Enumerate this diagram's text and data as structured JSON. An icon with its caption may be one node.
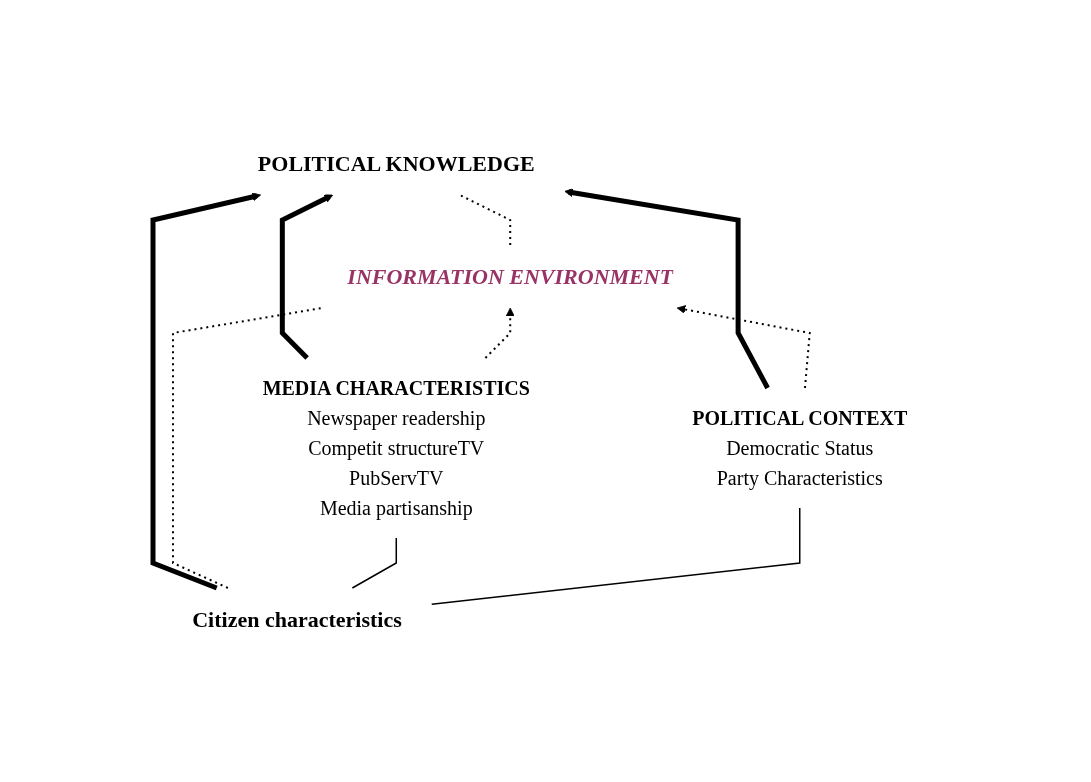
{
  "diagram": {
    "nodes": [
      {
        "text": [
          "POLITICAL KNOWLEDGE"
        ]
      },
      {
        "text": [
          "Citizen characteristics"
        ]
      },
      {
        "text": [
          "INFORMATION ENVIRONMENT"
        ]
      },
      {
        "text": [
          "MEDIA CHARACTERISTICS",
          "Newspaper readership",
          "Competit structureTV",
          "PubServTV",
          "Media partisanship"
        ]
      },
      {
        "text": [
          "POLITICAL CONTEXT",
          "Democratic Status",
          "Party Characteristics"
        ]
      }
    ],
    "edges": [
      {
        "from": 3,
        "to": 0,
        "arrow": "to",
        "style": "thick"
      },
      {
        "from": 3,
        "to": 2,
        "arrow": "to",
        "style": "dashed"
      },
      {
        "from": 4,
        "to": 0,
        "arrow": "to",
        "style": "thick"
      },
      {
        "from": 4,
        "to": 2,
        "arrow": "to",
        "style": "dashed"
      },
      {
        "from": 1,
        "to": 0,
        "arrow": "to",
        "style": "thick"
      },
      {
        "from": 2,
        "to": 0,
        "arrow": "none",
        "style": "dashed"
      },
      {
        "from": 1,
        "to": 2,
        "arrow": "none",
        "style": "dashed"
      },
      {
        "from": 1,
        "to": 3,
        "arrow": "none"
      },
      {
        "from": 1,
        "to": 4,
        "arrow": "none"
      }
    ]
  }
}
